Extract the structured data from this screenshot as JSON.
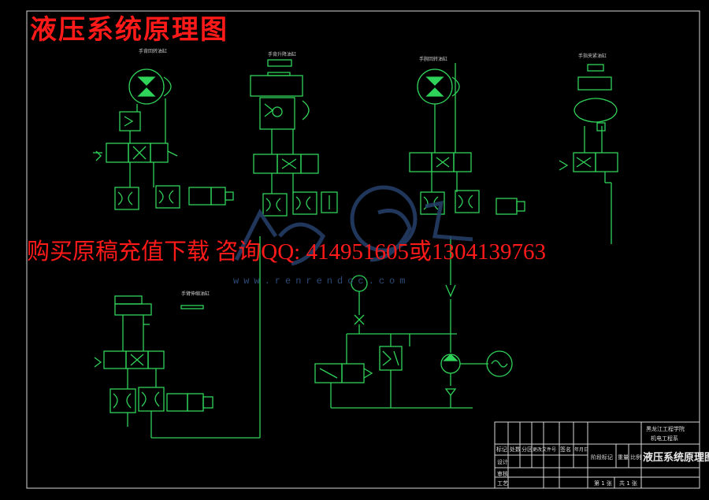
{
  "title": "液压系统原理图",
  "banner": "购买原稿充值下载 咨询QQ: 414951605或1304139763",
  "watermark": "www.renrendoc.com",
  "circuit_labels": {
    "c1": "手背回转油缸",
    "c2": "手背升降油缸",
    "c3": "手腕回转油缸",
    "c4": "手指夹紧油缸",
    "c5": "手臂伸缩油缸"
  },
  "title_block": {
    "school": "黑龙江工程学院",
    "dept": "机电工程系",
    "drawing_name": "液压系统原理图",
    "cells": [
      "标记",
      "处数",
      "分区",
      "更改文件号",
      "签名",
      "年月日",
      "设计",
      "审核",
      "工艺",
      "阶段标记",
      "重量",
      "比例",
      "第 1 张",
      "共 1 张"
    ]
  },
  "colors": {
    "line": "#2fd35a",
    "frame": "#d8d8d8",
    "accent": "#ff1a1a"
  }
}
